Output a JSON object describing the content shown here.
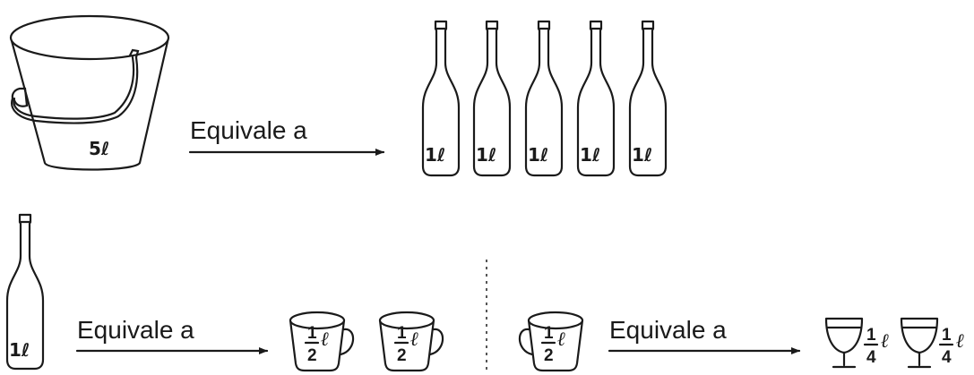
{
  "row1": {
    "bucket_label": "5ℓ",
    "equivale_label": "Equivale a",
    "bottle_labels": [
      "1ℓ",
      "1ℓ",
      "1ℓ",
      "1ℓ",
      "1ℓ"
    ]
  },
  "row2_left": {
    "bottle_label": "1ℓ",
    "equivale_label": "Equivale a",
    "jugs": [
      {
        "numerator": "1",
        "denominator": "2",
        "unit": "ℓ"
      },
      {
        "numerator": "1",
        "denominator": "2",
        "unit": "ℓ"
      }
    ]
  },
  "row2_right": {
    "jug": {
      "numerator": "1",
      "denominator": "2",
      "unit": "ℓ"
    },
    "equivale_label": "Equivale a",
    "glasses": [
      {
        "numerator": "1",
        "denominator": "4",
        "unit": "ℓ"
      },
      {
        "numerator": "1",
        "denominator": "4",
        "unit": "ℓ"
      }
    ]
  }
}
